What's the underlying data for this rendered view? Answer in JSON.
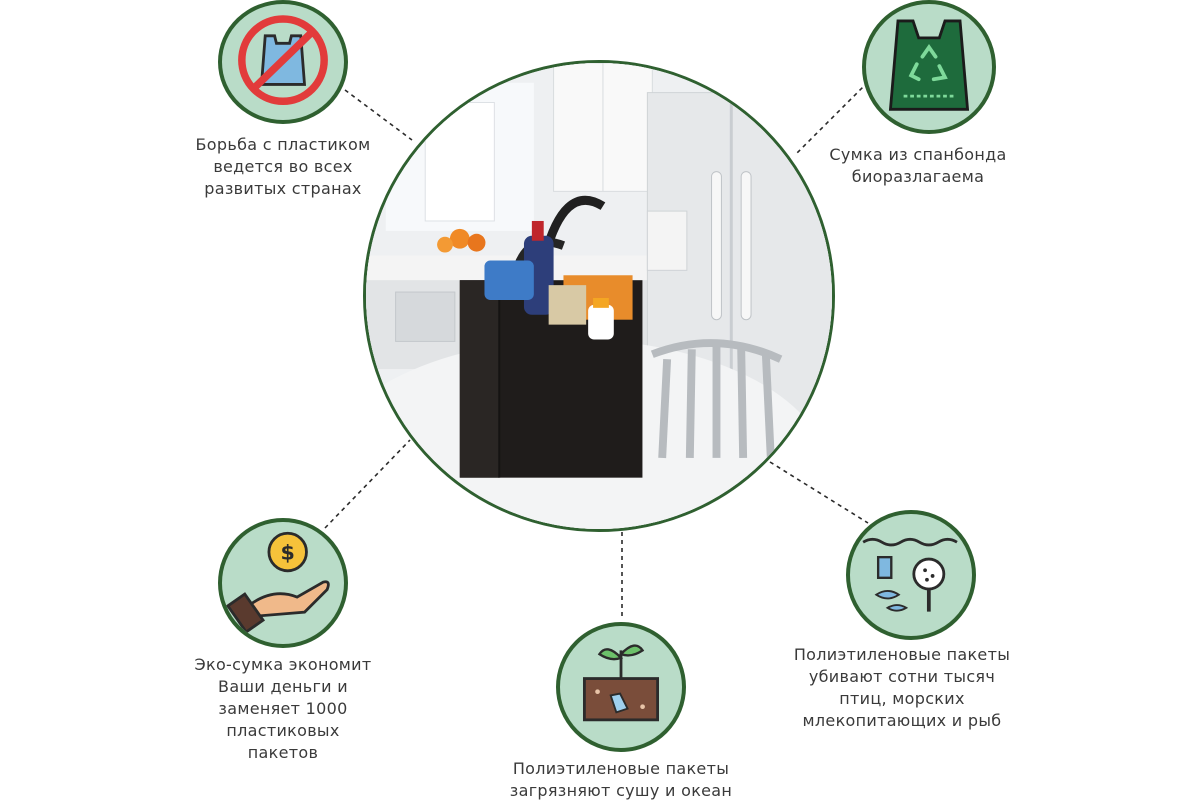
{
  "captions": {
    "plastic_fight": [
      "Борьба с пластиком",
      "ведется во всех",
      "развитых странах"
    ],
    "biodegradable": [
      "Сумка из спанбонда",
      "биоразлагаема"
    ],
    "saves_money": [
      "Эко-сумка экономит",
      "Ваши деньги и",
      "заменяет  1000",
      "пластиковых",
      "пакетов"
    ],
    "pollute": [
      "Полиэтиленовые пакеты",
      "загрязняют сушу и океан"
    ],
    "kill_animals": [
      "Полиэтиленовые пакеты",
      "убивают сотни тысяч",
      "птиц, морских",
      "млекопитающих и рыб"
    ]
  },
  "icons": {
    "top_left": "no-plastic-bag-icon",
    "top_right": "recycle-bag-icon",
    "bottom_left": "money-hand-icon",
    "bottom_center": "soil-plant-icon",
    "bottom_right": "ocean-pollution-icon"
  },
  "colors": {
    "circle_fill": "#b9dcc8",
    "circle_border": "#2f6030",
    "text": "#3a3a3a"
  }
}
